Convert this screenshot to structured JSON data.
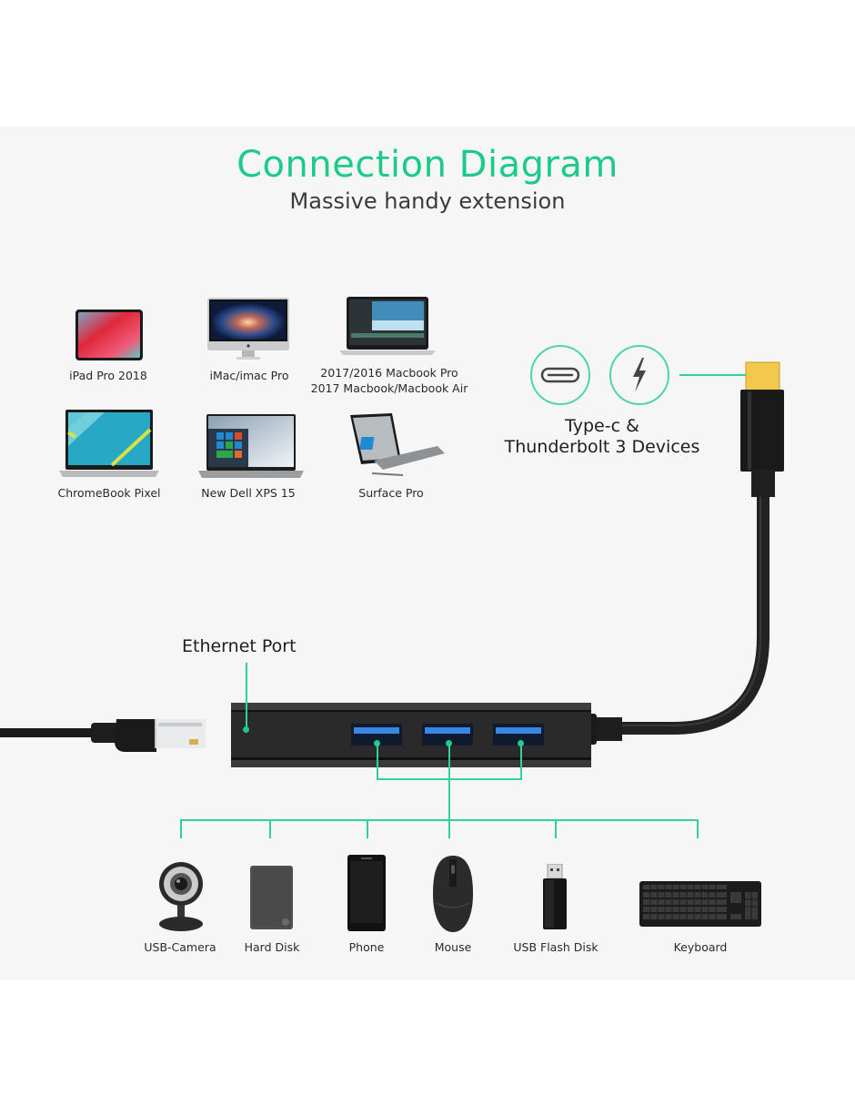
{
  "header": {
    "title": "Connection Diagram",
    "subtitle": "Massive handy extension"
  },
  "compatible_devices": [
    {
      "label": "iPad Pro 2018",
      "icon": "tablet-icon"
    },
    {
      "label": "iMac/imac Pro",
      "icon": "desktop-icon"
    },
    {
      "label": "2017/2016 Macbook Pro",
      "label2": "2017 Macbook/Macbook Air",
      "icon": "laptop-icon"
    },
    {
      "label": "ChromeBook Pixel",
      "icon": "laptop-icon"
    },
    {
      "label": "New Dell XPS 15",
      "icon": "laptop-icon"
    },
    {
      "label": "Surface Pro",
      "icon": "2-in-1-tablet-icon"
    }
  ],
  "host": {
    "line1": "Type-c &",
    "line2": "Thunderbolt 3 Devices",
    "icons": [
      "usb-c-port-icon",
      "thunderbolt-icon"
    ]
  },
  "hub": {
    "ethernet_label": "Ethernet Port",
    "usb_ports": 3,
    "usb_port_color": "#3a86e0"
  },
  "peripherals": [
    {
      "label": "USB-Camera",
      "icon": "webcam-icon"
    },
    {
      "label": "Hard Disk",
      "icon": "hard-disk-icon"
    },
    {
      "label": "Phone",
      "icon": "phone-icon"
    },
    {
      "label": "Mouse",
      "icon": "mouse-icon"
    },
    {
      "label": "USB Flash Disk",
      "icon": "usb-flash-icon"
    },
    {
      "label": "Keyboard",
      "icon": "keyboard-icon"
    }
  ],
  "colors": {
    "accent": "#1ccb8a",
    "background": "#f6f6f6",
    "text": "#2a2a2a",
    "connector_gold": "#f2c94c"
  }
}
